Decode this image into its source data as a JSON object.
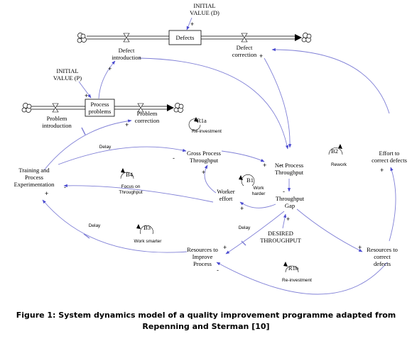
{
  "stocks": {
    "defects": "Defects",
    "process_problems": [
      "Process",
      "problems"
    ]
  },
  "variables": {
    "initial_value_d": [
      "INITIAL",
      "VALUE (D)"
    ],
    "initial_value_p": [
      "INITIAL",
      "VALUE (P)"
    ],
    "defect_introduction": [
      "Defect",
      "introduction"
    ],
    "defect_correction": [
      "Defect",
      "correction"
    ],
    "problem_introduction": [
      "Problem",
      "introduction"
    ],
    "problem_correction": [
      "Problem",
      "correction"
    ],
    "training": [
      "Training and",
      "Process",
      "Experimentation"
    ],
    "gross_process_throughput": [
      "Gross Process",
      "Throughput"
    ],
    "net_process_throughput": [
      "Net Process",
      "Throughput"
    ],
    "worker_effort": [
      "Worker",
      "effort"
    ],
    "throughput_gap": [
      "Throughput",
      "Gap"
    ],
    "desired_throughput": [
      "DESIRED",
      "THROUGHPUT"
    ],
    "resources_improve": [
      "Resources to",
      "Improve",
      "Process"
    ],
    "resources_correct": [
      "Resources to",
      "correct",
      "defects"
    ],
    "effort_correct": [
      "Effort to",
      "correct defects"
    ]
  },
  "loops": [
    {
      "id": "R1a",
      "label": "Re-investment"
    },
    {
      "id": "B1",
      "label": [
        "Work",
        "harder"
      ]
    },
    {
      "id": "B2",
      "label": "Rework"
    },
    {
      "id": "B3",
      "label": "Work smarter"
    },
    {
      "id": "B4",
      "label": [
        "Focus on",
        "Throughput"
      ]
    },
    {
      "id": "R1b",
      "label": "Re-investment"
    }
  ],
  "delay_labels": [
    "Delay",
    "Delay",
    "Delay"
  ],
  "caption": [
    "Figure 1: System dynamics model of a quality improvement programme adapted from",
    "Repenning and Sterman [10]"
  ]
}
